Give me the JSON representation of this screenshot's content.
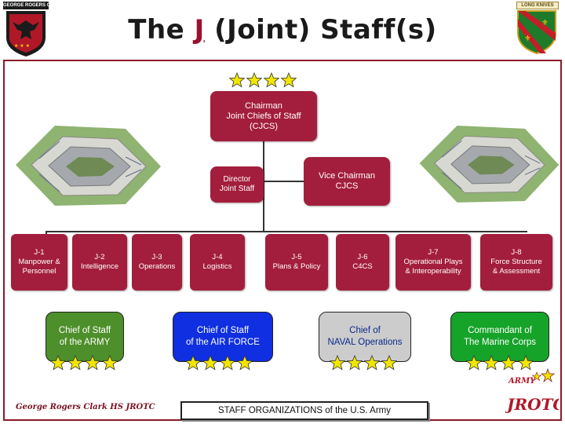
{
  "header": {
    "title_pre": "The ",
    "title_j": "J",
    "title_post": " (Joint) Staff(s)",
    "left_logo_text": "GEORGE ROGERS CLARK",
    "right_logo_text": "LONG KNIVES"
  },
  "chairman": {
    "line1": "Chairman",
    "line2": "Joint Chiefs of Staff",
    "line3": "(CJCS)"
  },
  "director": {
    "line1": "Director",
    "line2": "Joint Staff"
  },
  "vice_chairman": {
    "line1": "Vice Chairman",
    "line2": "CJCS"
  },
  "j_staff": [
    {
      "line1": "J-1",
      "line2": "Manpower &",
      "line3": "Personnel"
    },
    {
      "line1": "J-2",
      "line2": "Intelligence",
      "line3": ""
    },
    {
      "line1": "J-3",
      "line2": "Operations",
      "line3": ""
    },
    {
      "line1": "J-4",
      "line2": "Logistics",
      "line3": ""
    },
    {
      "line1": "J-5",
      "line2": "Plans & Policy",
      "line3": ""
    },
    {
      "line1": "J-6",
      "line2": "C4CS",
      "line3": ""
    },
    {
      "line1": "J-7",
      "line2": "Operational Plays",
      "line3": "& Interoperability"
    },
    {
      "line1": "J-8",
      "line2": "Force Structure",
      "line3": "& Assessment"
    }
  ],
  "services": [
    {
      "line1": "Chief of Staff",
      "line2": "of the ARMY",
      "color": "#4d8f2a"
    },
    {
      "line1": "Chief of Staff",
      "line2": "of the AIR FORCE",
      "color": "#0f2fe0"
    },
    {
      "line1": "Chief of",
      "line2": "NAVAL Operations",
      "color": "#cccccc"
    },
    {
      "line1": "Commandant of",
      "line2": "The Marine Corps",
      "color": "#16a32a"
    }
  ],
  "colors": {
    "staff_red": "#a31e3c",
    "frame": "#8a1a2a",
    "star": "#f2e600"
  },
  "footer": {
    "left_text": "George Rogers Clark HS JROTC",
    "center_text": "STAFF ORGANIZATIONS of the U.S. Army",
    "right_logo_top": "ARMY",
    "right_logo_bottom": "JROTC"
  }
}
